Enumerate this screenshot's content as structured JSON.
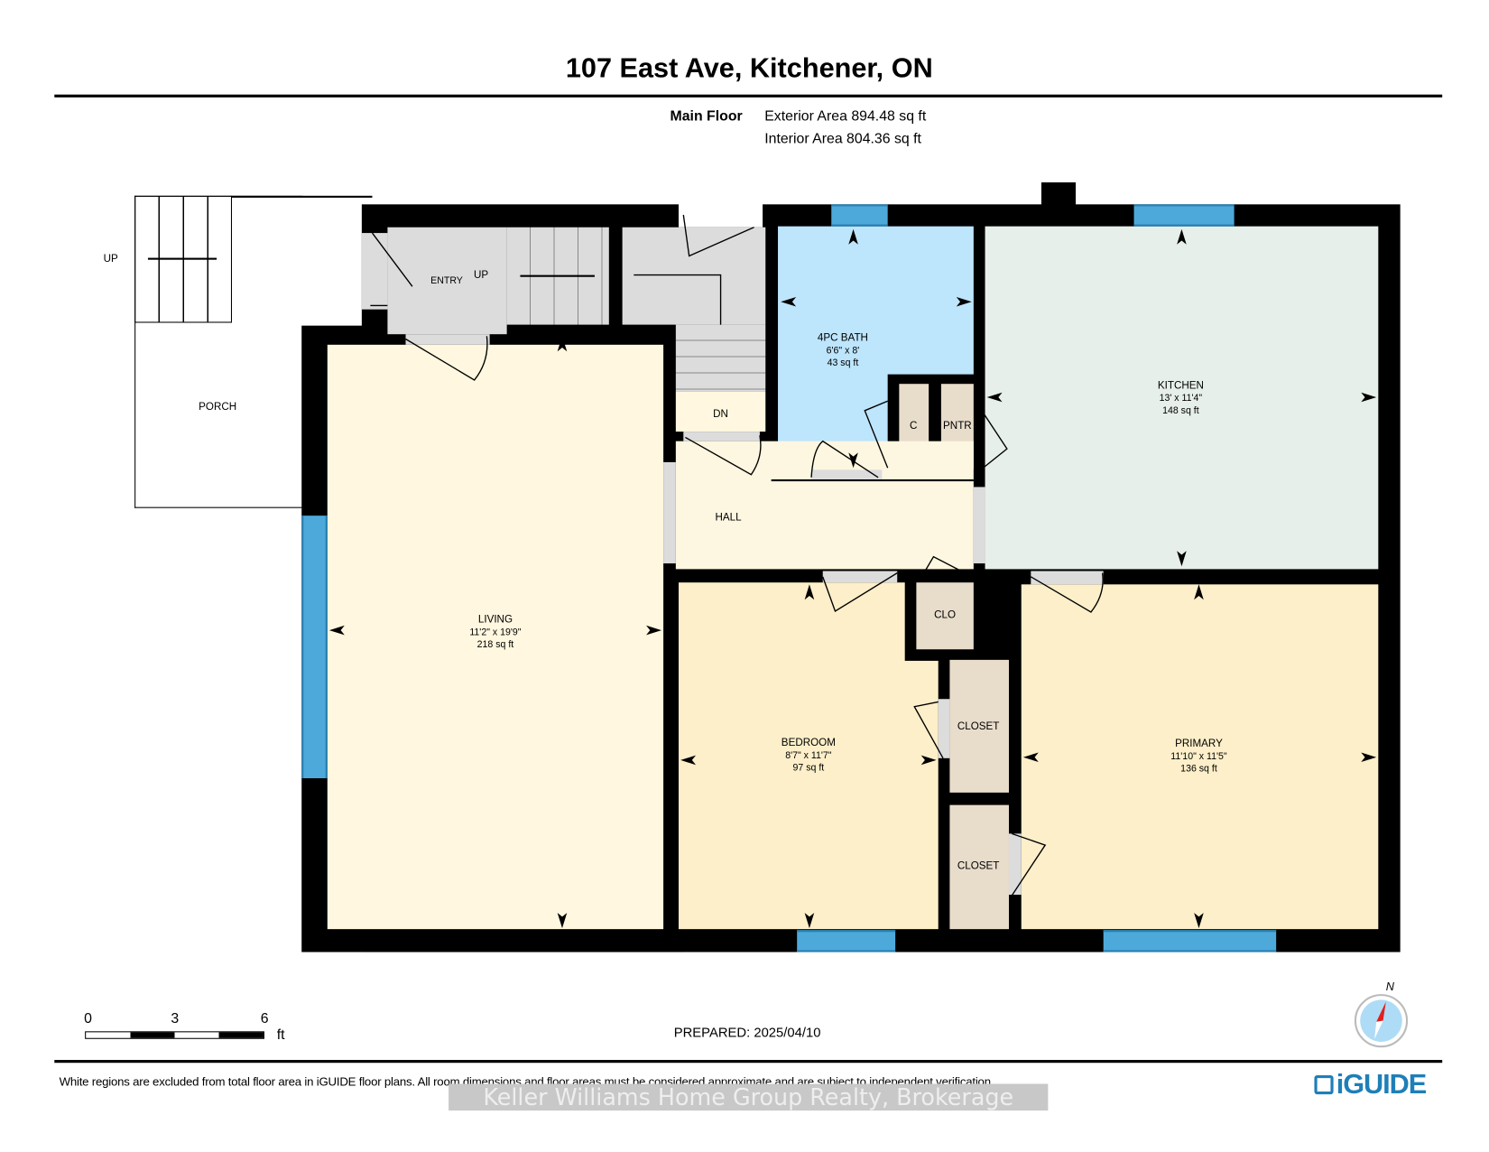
{
  "title": "107 East Ave, Kitchener, ON",
  "floor": {
    "name": "Main Floor",
    "exterior_area": "Exterior Area 894.48 sq ft",
    "interior_area": "Interior Area 804.36 sq ft"
  },
  "rooms": {
    "bath": {
      "name": "4PC BATH",
      "dims": "6'6\" x 8'",
      "area": "43 sq ft"
    },
    "kitchen": {
      "name": "KITCHEN",
      "dims": "13' x 11'4\"",
      "area": "148 sq ft"
    },
    "living": {
      "name": "LIVING",
      "dims": "11'2\" x 19'9\"",
      "area": "218 sq ft"
    },
    "bedroom": {
      "name": "BEDROOM",
      "dims": "8'7\" x 11'7\"",
      "area": "97 sq ft"
    },
    "primary": {
      "name": "PRIMARY",
      "dims": "11'10\" x 11'5\"",
      "area": "136 sq ft"
    }
  },
  "labels": {
    "porch_up": "UP",
    "porch": "PORCH",
    "entry": "ENTRY",
    "entry_up": "UP",
    "dn": "DN",
    "hall": "HALL",
    "c": "C",
    "pntr": "PNTR",
    "clo": "CLO",
    "closet1": "CLOSET",
    "closet2": "CLOSET"
  },
  "scale": {
    "t0": "0",
    "t3": "3",
    "t6": "6",
    "unit": "ft"
  },
  "prepared": "PREPARED: 2025/04/10",
  "compass": "N",
  "disclaimer": "White regions are excluded from total floor area in iGUIDE floor plans. All room dimensions and floor areas must be considered approximate and are subject to independent verification.",
  "watermark": "Keller Williams Home Group Realty, Brokerage",
  "logo": "iGUIDE",
  "colors": {
    "window": "#4ea9db",
    "bath": "#bde5fb",
    "kitchen": "#e6efea",
    "living": "#fff7df",
    "bedroom": "#fcefc9",
    "closet": "#e8dccb",
    "logo": "#1e7fb8"
  }
}
